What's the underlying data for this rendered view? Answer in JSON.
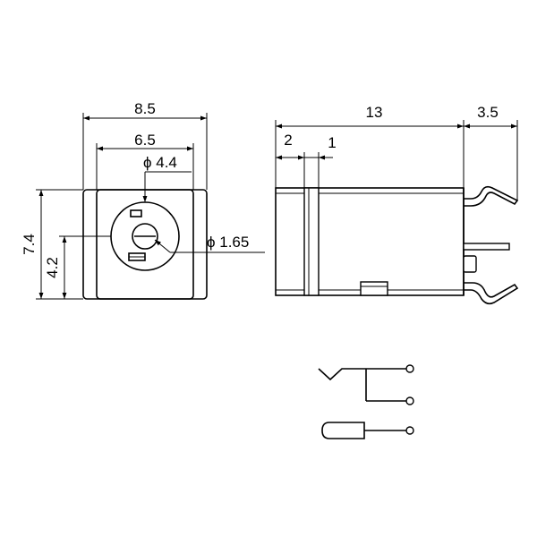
{
  "front_view": {
    "width_outer": "8.5",
    "width_inner": "6.5",
    "hole_diameter": "ϕ 4.4",
    "pin_diameter": "ϕ 1.65",
    "height_total": "7.4",
    "height_center": "4.2"
  },
  "side_view": {
    "length": "13",
    "pin_extension": "3.5",
    "front_ring_1": "2",
    "front_ring_2": "1"
  }
}
